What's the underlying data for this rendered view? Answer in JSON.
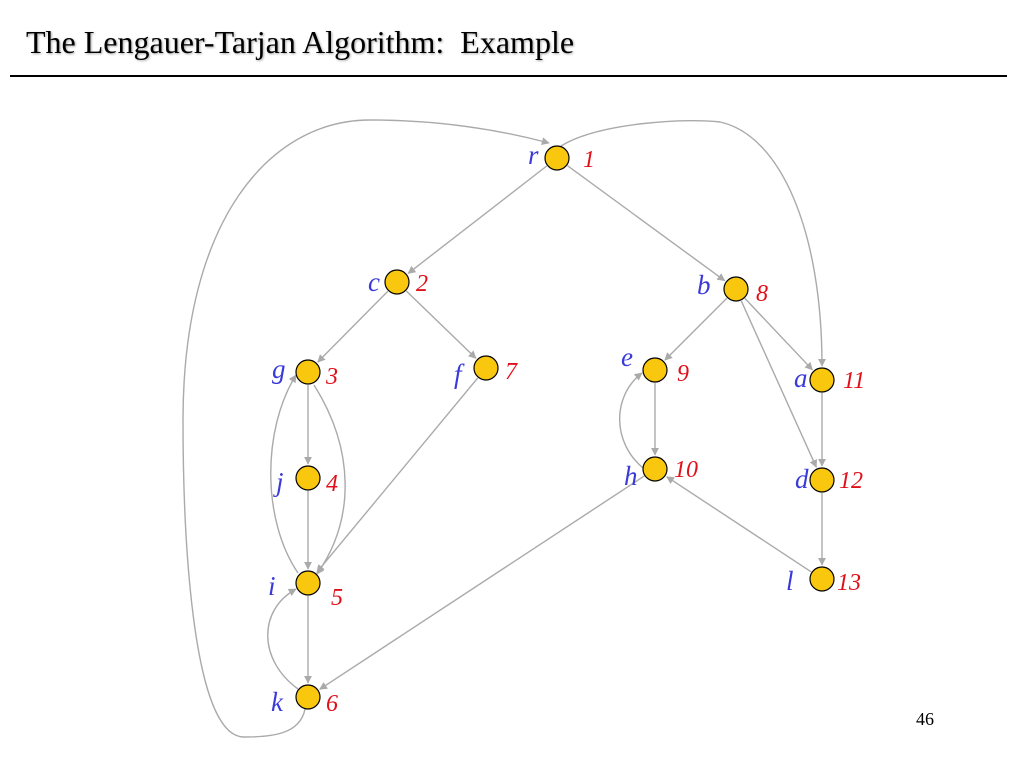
{
  "slide": {
    "title": "The Lengauer-Tarjan Algorithm:  Example",
    "page_number": "46"
  },
  "colors": {
    "node_fill": "#F9C80E",
    "node_stroke": "#000000",
    "name_color": "#3A3AD8",
    "number_color": "#E0101A",
    "edge_color": "#AAAAAA"
  },
  "graph": {
    "nodes": [
      {
        "id": "r",
        "name": "r",
        "number": "1"
      },
      {
        "id": "c",
        "name": "c",
        "number": "2"
      },
      {
        "id": "g",
        "name": "g",
        "number": "3"
      },
      {
        "id": "j",
        "name": "j",
        "number": "4"
      },
      {
        "id": "i",
        "name": "i",
        "number": "5"
      },
      {
        "id": "k",
        "name": "k",
        "number": "6"
      },
      {
        "id": "f",
        "name": "f",
        "number": "7"
      },
      {
        "id": "b",
        "name": "b",
        "number": "8"
      },
      {
        "id": "e",
        "name": "e",
        "number": "9"
      },
      {
        "id": "h",
        "name": "h",
        "number": "10"
      },
      {
        "id": "a",
        "name": "a",
        "number": "11"
      },
      {
        "id": "d",
        "name": "d",
        "number": "12"
      },
      {
        "id": "l",
        "name": "l",
        "number": "13"
      }
    ],
    "edges": [
      {
        "from": "r",
        "to": "c"
      },
      {
        "from": "r",
        "to": "b"
      },
      {
        "from": "r",
        "to": "a"
      },
      {
        "from": "c",
        "to": "g"
      },
      {
        "from": "c",
        "to": "f"
      },
      {
        "from": "g",
        "to": "j"
      },
      {
        "from": "g",
        "to": "i"
      },
      {
        "from": "j",
        "to": "i"
      },
      {
        "from": "i",
        "to": "k"
      },
      {
        "from": "i",
        "to": "g"
      },
      {
        "from": "k",
        "to": "i"
      },
      {
        "from": "k",
        "to": "r"
      },
      {
        "from": "f",
        "to": "i"
      },
      {
        "from": "b",
        "to": "e"
      },
      {
        "from": "b",
        "to": "a"
      },
      {
        "from": "b",
        "to": "d"
      },
      {
        "from": "e",
        "to": "h"
      },
      {
        "from": "h",
        "to": "e"
      },
      {
        "from": "h",
        "to": "k"
      },
      {
        "from": "a",
        "to": "d"
      },
      {
        "from": "d",
        "to": "l"
      },
      {
        "from": "l",
        "to": "h"
      }
    ]
  }
}
